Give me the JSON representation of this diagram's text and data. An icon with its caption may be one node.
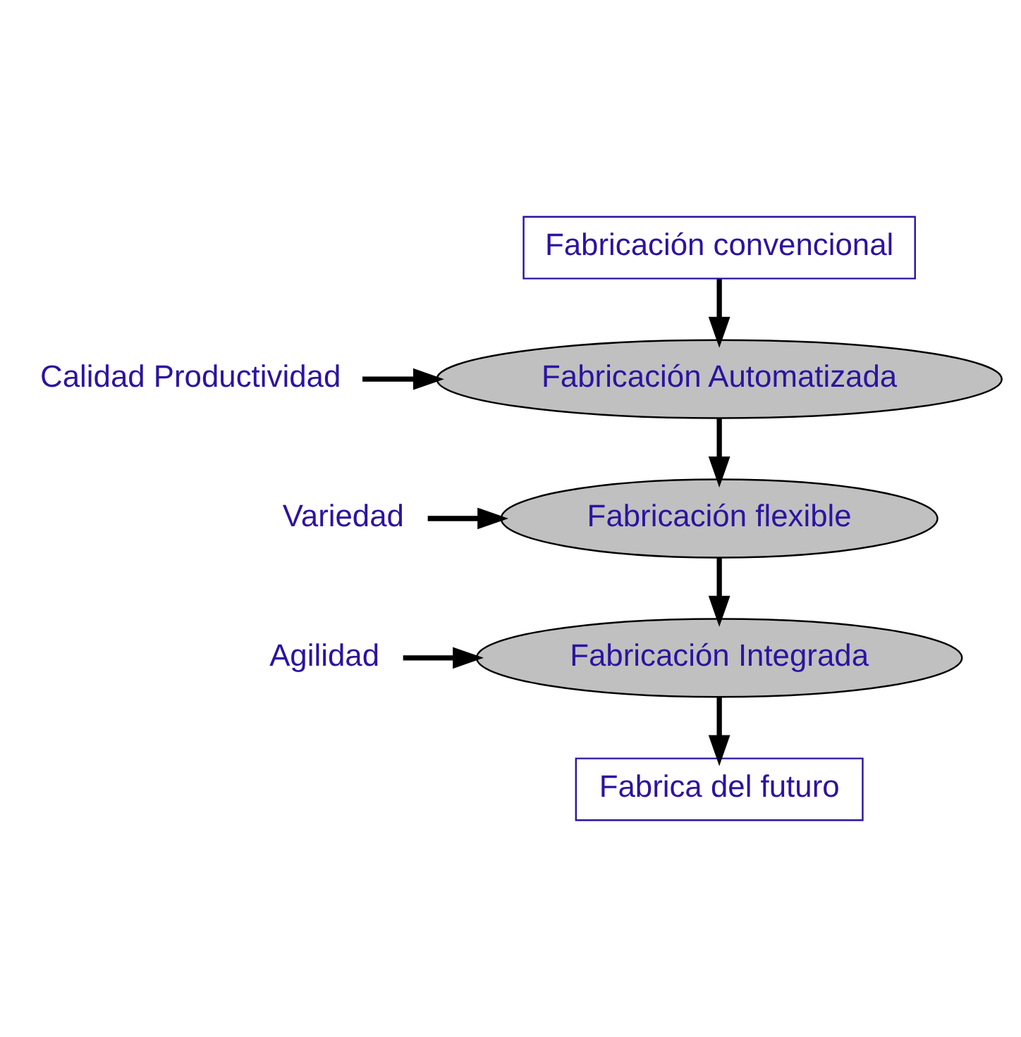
{
  "diagram": {
    "nodes": [
      {
        "text": [
          "Fabricación convencional"
        ]
      },
      {
        "text": [
          "Fabricación Automatizada"
        ]
      },
      {
        "text": [
          "Fabricación flexible"
        ]
      },
      {
        "text": [
          "Fabricación Integrada"
        ]
      },
      {
        "text": [
          "Fabrica del futuro"
        ]
      },
      {
        "text": [
          "Calidad Productividad"
        ]
      },
      {
        "text": [
          "Variedad"
        ]
      },
      {
        "text": [
          "Agilidad"
        ]
      }
    ],
    "edges": [
      {
        "from": 0,
        "to": 1,
        "arrow": "to"
      },
      {
        "from": 1,
        "to": 2,
        "arrow": "to"
      },
      {
        "from": 2,
        "to": 3,
        "arrow": "to"
      },
      {
        "from": 3,
        "to": 4,
        "arrow": "to"
      },
      {
        "from": 5,
        "to": 1,
        "arrow": "to"
      },
      {
        "from": 6,
        "to": 2,
        "arrow": "to"
      },
      {
        "from": 7,
        "to": 3,
        "arrow": "to"
      }
    ]
  }
}
